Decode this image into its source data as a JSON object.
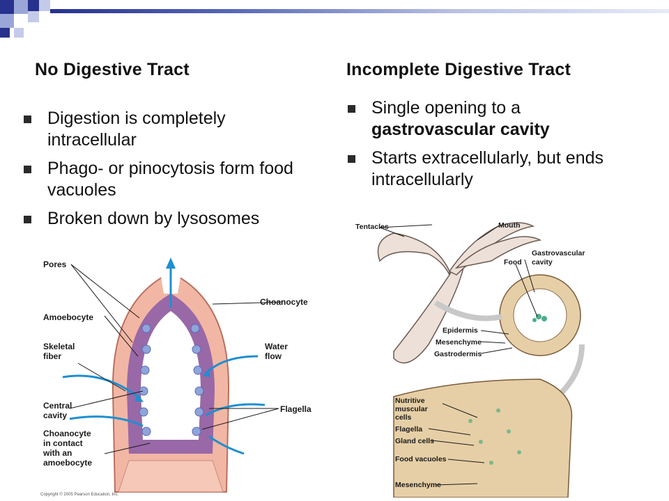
{
  "left": {
    "heading": "No Digestive Tract",
    "bullets": [
      "Digestion is completely intracellular",
      "Phago- or pinocytosis form food vacuoles",
      "Broken down by lysosomes"
    ]
  },
  "right": {
    "heading": "Incomplete Digestive Tract",
    "bullet1_pre": "Single opening to a ",
    "bullet1_bold": "gastrovascular cavity",
    "bullet2": "Starts extracellularly, but ends intracellularly"
  },
  "sponge_figure": {
    "labels": {
      "pores": "Pores",
      "amoebocyte": "Amoebocyte",
      "skeletal1": "Skeletal",
      "skeletal2": "fiber",
      "central1": "Central",
      "central2": "cavity",
      "choano1": "Choanocyte",
      "choano2": "in contact",
      "choano3": "with an",
      "choano4": "amoebocyte",
      "choanocyte": "Choanocyte",
      "water1": "Water",
      "water2": "flow",
      "flagella": "Flagella"
    },
    "copyright": "Copyright © 2005 Pearson Education, Inc."
  },
  "hydra_figure": {
    "labels": {
      "tentacles": "Tentacles",
      "mouth": "Mouth",
      "food": "Food",
      "gastro1": "Gastrovascular",
      "gastro2": "cavity",
      "epidermis": "Epidermis",
      "mesenchyme": "Mesenchyme",
      "gastrodermis": "Gastrodermis",
      "nutritive1": "Nutritive",
      "nutritive2": "muscular",
      "nutritive3": "cells",
      "flagella": "Flagella",
      "gland": "Gland cells",
      "foodvac": "Food vacuoles",
      "mesenchyme2": "Mesenchyme"
    }
  },
  "colors": {
    "accent": "#27328f",
    "bullet": "#2a2a2a",
    "tissue_pink": "#f2b6a4",
    "tissue_purple": "#8a5aa8",
    "water_blue": "#1e8fd0",
    "cell_tan": "#e6cfa6"
  }
}
